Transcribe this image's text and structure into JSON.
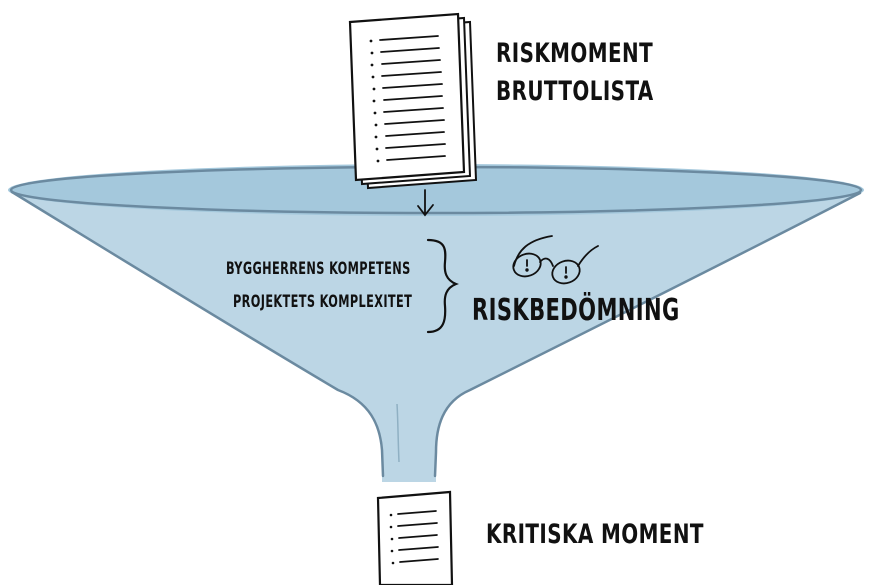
{
  "labels": {
    "input_title_line1": "RISKMOMENT",
    "input_title_line2": "BRUTTOLISTA",
    "criteria_1": "BYGGHERRENS KOMPETENS",
    "criteria_2": "PROJEKTETS KOMPLEXITET",
    "assessment": "RISKBEDÖMNING",
    "output_title": "KRITISKA MOMENT"
  },
  "colors": {
    "funnel_fill": "#bcd6e5",
    "funnel_rim": "#9cc2d8",
    "funnel_outline": "#6b8aa0",
    "ink": "#111111",
    "paper": "#ffffff"
  },
  "icons": [
    "document-stack-icon",
    "arrow-down-icon",
    "curly-brace-icon",
    "glasses-icon",
    "document-icon"
  ]
}
